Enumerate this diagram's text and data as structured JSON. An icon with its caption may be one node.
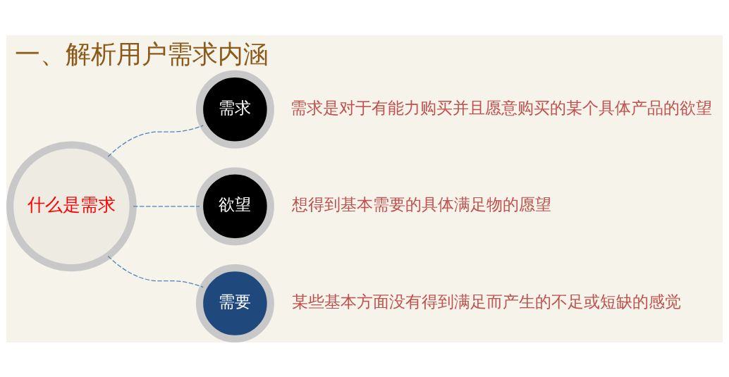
{
  "diagram": {
    "title": "一、解析用户需求内涵",
    "nodes": [
      {
        "text": [
          "什么是需求"
        ]
      },
      {
        "text": [
          "需求"
        ],
        "beside": [
          "需求是对于有能力购买并且愿意购买的某个具体产品的欲望"
        ]
      },
      {
        "text": [
          "欲望"
        ],
        "beside": [
          "想得到基本需要的具体满足物的愿望"
        ]
      },
      {
        "text": [
          "需要"
        ],
        "beside": [
          "某些基本方面没有得到满足而产生的不足或短缺的感觉"
        ]
      }
    ],
    "edges": [
      {
        "from": 0,
        "to": 1,
        "arrow": "none",
        "style": "dashed"
      },
      {
        "from": 0,
        "to": 2,
        "arrow": "none",
        "style": "dashed"
      },
      {
        "from": 0,
        "to": 3,
        "arrow": "none",
        "style": "dashed"
      }
    ]
  }
}
